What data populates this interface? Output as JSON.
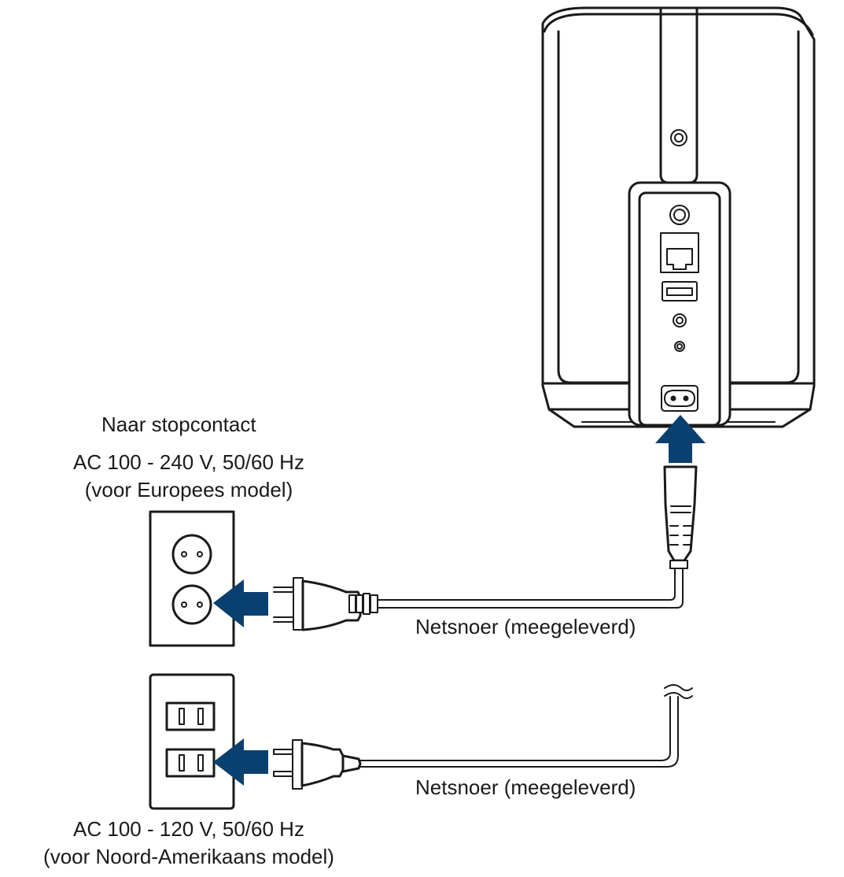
{
  "labels": {
    "eu_destination": "Naar stopcontact",
    "eu_voltage": "AC 100 - 240 V, 50/60 Hz",
    "eu_model": "(voor Europees model)",
    "eu_cord": "Netsnoer (meegeleverd)",
    "na_cord": "Netsnoer (meegeleverd)",
    "na_voltage": "AC 100 - 120 V, 50/60 Hz",
    "na_model": "(voor Noord-Amerikaans model)"
  },
  "colors": {
    "arrow": "#0a4070",
    "line": "#1a1a1a",
    "background": "#ffffff"
  },
  "icons": {
    "speaker": "speaker-rear-panel",
    "eu_outlet": "eu-wall-outlet",
    "na_outlet": "na-wall-outlet",
    "eu_plug": "eu-plug",
    "na_plug": "na-plug",
    "connector": "figure-8-connector"
  }
}
